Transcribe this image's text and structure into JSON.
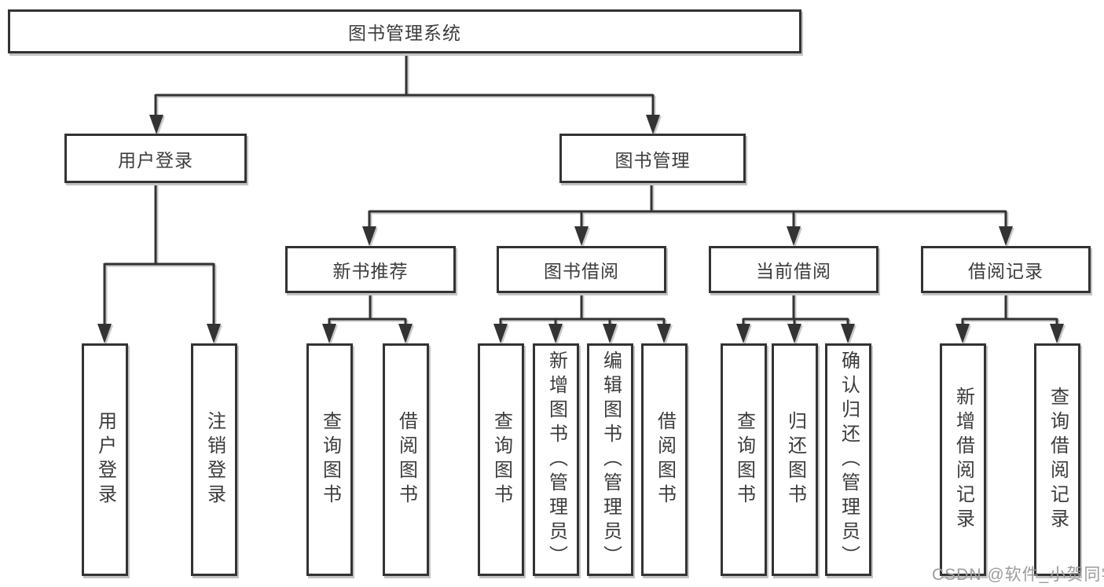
{
  "diagram": {
    "root": "图书管理系统",
    "level2": {
      "user_login": "用户登录",
      "book_mgmt": "图书管理"
    },
    "level3": {
      "new_books": "新书推荐",
      "book_borrow": "图书借阅",
      "current_borrow": "当前借阅",
      "borrow_records": "借阅记录"
    },
    "leaves": {
      "user_login": [
        "用户登录",
        "注销登录"
      ],
      "new_books": [
        "查询图书",
        "借阅图书"
      ],
      "book_borrow": [
        "查询图书",
        "新增图书（管理员）",
        "编辑图书（管理员）",
        "借阅图书"
      ],
      "current_borrow": [
        "查询图书",
        "归还图书",
        "确认归还（管理员）"
      ],
      "borrow_records": [
        "新增借阅记录",
        "查询借阅记录"
      ]
    }
  },
  "watermark": "CSDN @软件_小贺同学",
  "colors": {
    "line": "#333333",
    "box_border": "#333333",
    "box_fill": "#ffffff",
    "text": "#3c3c3c",
    "shadow": "#c9c9c9",
    "watermark": "#9c9c9c",
    "background": "#ffffff"
  }
}
